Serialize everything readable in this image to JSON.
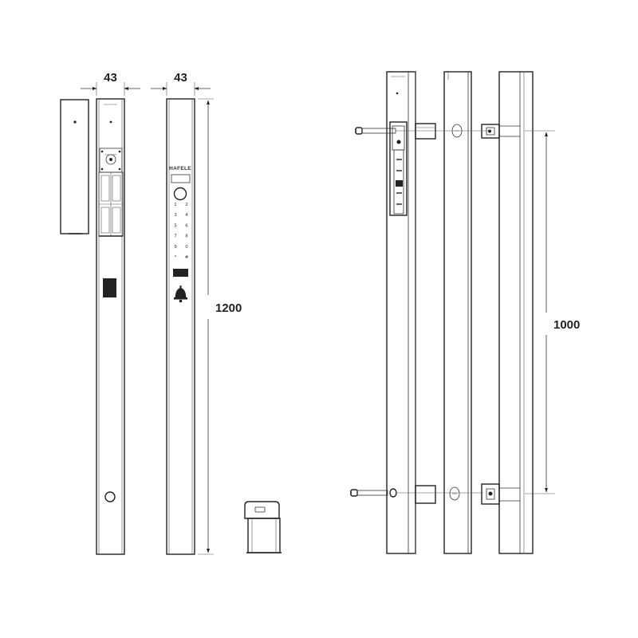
{
  "dimensions": {
    "width_body_back": "43",
    "width_body_front": "43",
    "length_handle": "1200",
    "hole_spacing": "1000"
  },
  "brand": "HAFELE",
  "keypad": {
    "keys": [
      "1",
      "2",
      "3",
      "4",
      "5",
      "6",
      "7",
      "8",
      "9",
      "0",
      "*",
      "#"
    ]
  },
  "colors": {
    "line": "#222222",
    "dark_fill": "#222222",
    "background": "#ffffff"
  }
}
